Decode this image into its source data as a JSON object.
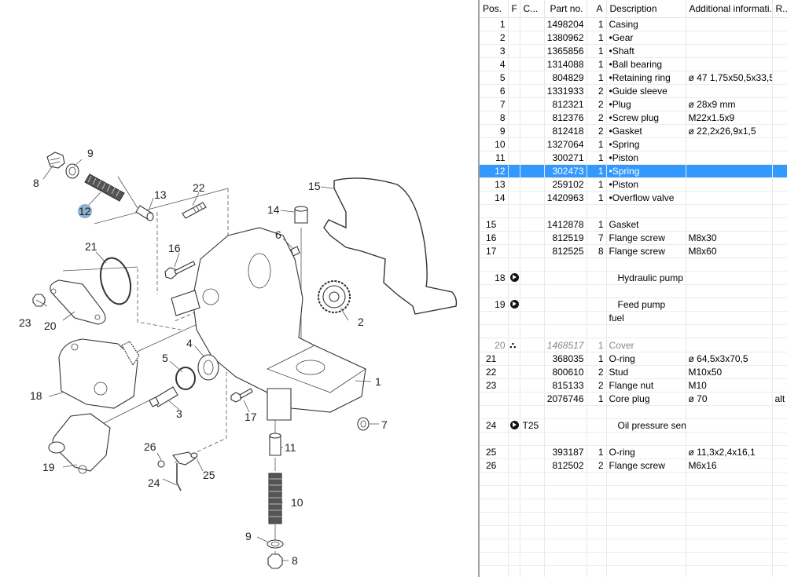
{
  "diagram": {
    "callouts": [
      "1",
      "2",
      "3",
      "4",
      "5",
      "6",
      "7",
      "8",
      "9",
      "10",
      "11",
      "12",
      "13",
      "14",
      "15",
      "16",
      "17",
      "18",
      "19",
      "20",
      "21",
      "22",
      "23",
      "24",
      "25",
      "26"
    ],
    "duplicate_callouts": [
      "8",
      "9"
    ],
    "highlight_callout": "12",
    "highlight_color": "#8fb0d0"
  },
  "grid": {
    "columns": {
      "pos": "Pos.",
      "flag": "F",
      "code": "C...",
      "part_no": "Part no.",
      "amount": "A",
      "description": "Description",
      "additional": "Additional informati...",
      "remark": "R.."
    },
    "selection_color": "#3399ff",
    "selected_pos": "12",
    "rows": [
      {
        "pos": "1",
        "flag": "",
        "code": "",
        "part_no": "1498204",
        "amount": "1",
        "description": "Casing",
        "additional": "",
        "remark": ""
      },
      {
        "pos": "2",
        "flag": "",
        "code": "",
        "part_no": "1380962",
        "amount": "1",
        "description": "•Gear",
        "additional": "",
        "remark": ""
      },
      {
        "pos": "3",
        "flag": "",
        "code": "",
        "part_no": "1365856",
        "amount": "1",
        "description": "•Shaft",
        "additional": "",
        "remark": ""
      },
      {
        "pos": "4",
        "flag": "",
        "code": "",
        "part_no": "1314088",
        "amount": "1",
        "description": "•Ball bearing",
        "additional": "",
        "remark": ""
      },
      {
        "pos": "5",
        "flag": "",
        "code": "",
        "part_no": "804829",
        "amount": "1",
        "description": "•Retaining ring",
        "additional": "ø 47 1,75x50,5x33,5",
        "remark": ""
      },
      {
        "pos": "6",
        "flag": "",
        "code": "",
        "part_no": "1331933",
        "amount": "2",
        "description": "•Guide sleeve",
        "additional": "",
        "remark": ""
      },
      {
        "pos": "7",
        "flag": "",
        "code": "",
        "part_no": "812321",
        "amount": "2",
        "description": "•Plug",
        "additional": "ø 28x9 mm",
        "remark": ""
      },
      {
        "pos": "8",
        "flag": "",
        "code": "",
        "part_no": "812376",
        "amount": "2",
        "description": "•Screw plug",
        "additional": "M22x1.5x9",
        "remark": ""
      },
      {
        "pos": "9",
        "flag": "",
        "code": "",
        "part_no": "812418",
        "amount": "2",
        "description": "•Gasket",
        "additional": "ø 22,2x26,9x1,5",
        "remark": ""
      },
      {
        "pos": "10",
        "flag": "",
        "code": "",
        "part_no": "1327064",
        "amount": "1",
        "description": "•Spring",
        "additional": "",
        "remark": ""
      },
      {
        "pos": "11",
        "flag": "",
        "code": "",
        "part_no": "300271",
        "amount": "1",
        "description": "•Piston",
        "additional": "",
        "remark": ""
      },
      {
        "pos": "12",
        "flag": "",
        "code": "",
        "part_no": "302473",
        "amount": "1",
        "description": "•Spring",
        "additional": "",
        "remark": "",
        "selected": true
      },
      {
        "pos": "13",
        "flag": "",
        "code": "",
        "part_no": "259102",
        "amount": "1",
        "description": "•Piston",
        "additional": "",
        "remark": ""
      },
      {
        "pos": "14",
        "flag": "",
        "code": "",
        "part_no": "1420963",
        "amount": "1",
        "description": "•Overflow valve",
        "additional": "",
        "remark": ""
      },
      {
        "pos": "",
        "flag": "",
        "code": "",
        "part_no": "",
        "amount": "",
        "description": "",
        "additional": "",
        "remark": ""
      },
      {
        "pos": "15",
        "flag": "",
        "code": "",
        "part_no": "1412878",
        "amount": "1",
        "description": "Gasket",
        "additional": "",
        "remark": "",
        "left": true
      },
      {
        "pos": "16",
        "flag": "",
        "code": "",
        "part_no": "812519",
        "amount": "7",
        "description": "Flange screw",
        "additional": "M8x30",
        "remark": "",
        "left": true
      },
      {
        "pos": "17",
        "flag": "",
        "code": "",
        "part_no": "812525",
        "amount": "8",
        "description": "Flange screw",
        "additional": "M8x60",
        "remark": "",
        "left": true
      },
      {
        "pos": "",
        "flag": "",
        "code": "",
        "part_no": "",
        "amount": "",
        "description": "",
        "additional": "",
        "remark": ""
      },
      {
        "pos": "18",
        "flag": "arrow-right-circle-icon",
        "code": "",
        "part_no": "",
        "amount": "",
        "description": "Hydraulic pump",
        "additional": "",
        "remark": "",
        "indent": true
      },
      {
        "pos": "",
        "flag": "",
        "code": "",
        "part_no": "",
        "amount": "",
        "description": "",
        "additional": "",
        "remark": ""
      },
      {
        "pos": "19",
        "flag": "arrow-right-circle-icon",
        "code": "",
        "part_no": "",
        "amount": "",
        "description": "Feed pump",
        "additional": "",
        "remark": "",
        "indent": true
      },
      {
        "pos": "",
        "flag": "",
        "code": "",
        "part_no": "",
        "amount": "",
        "description": "fuel",
        "additional": "",
        "remark": ""
      },
      {
        "pos": "",
        "flag": "",
        "code": "",
        "part_no": "",
        "amount": "",
        "description": "",
        "additional": "",
        "remark": ""
      },
      {
        "pos": "20",
        "flag": "binoculars-icon",
        "code": "",
        "part_no": "1468517",
        "amount": "1",
        "description": "Cover",
        "additional": "",
        "remark": "",
        "grey": true
      },
      {
        "pos": "21",
        "flag": "",
        "code": "",
        "part_no": "368035",
        "amount": "1",
        "description": "O-ring",
        "additional": "ø 64,5x3x70,5",
        "remark": "",
        "left": true
      },
      {
        "pos": "22",
        "flag": "",
        "code": "",
        "part_no": "800610",
        "amount": "2",
        "description": "Stud",
        "additional": "M10x50",
        "remark": "",
        "left": true
      },
      {
        "pos": "23",
        "flag": "",
        "code": "",
        "part_no": "815133",
        "amount": "2",
        "description": "Flange nut",
        "additional": "M10",
        "remark": "",
        "left": true
      },
      {
        "pos": "",
        "flag": "",
        "code": "",
        "part_no": "2076746",
        "amount": "1",
        "description": "Core plug",
        "additional": "ø 70",
        "remark": "alt"
      },
      {
        "pos": "",
        "flag": "",
        "code": "",
        "part_no": "",
        "amount": "",
        "description": "",
        "additional": "",
        "remark": ""
      },
      {
        "pos": "24",
        "flag": "arrow-right-circle-icon",
        "code": "T25",
        "part_no": "",
        "amount": "",
        "description": "Oil pressure sensor",
        "additional": "",
        "remark": "",
        "left": true,
        "indent": true
      },
      {
        "pos": "",
        "flag": "",
        "code": "",
        "part_no": "",
        "amount": "",
        "description": "",
        "additional": "",
        "remark": ""
      },
      {
        "pos": "25",
        "flag": "",
        "code": "",
        "part_no": "393187",
        "amount": "1",
        "description": "O-ring",
        "additional": "ø 11,3x2,4x16,1",
        "remark": "",
        "left": true
      },
      {
        "pos": "26",
        "flag": "",
        "code": "",
        "part_no": "812502",
        "amount": "2",
        "description": "Flange screw",
        "additional": "M6x16",
        "remark": "",
        "left": true
      },
      {
        "pos": "",
        "flag": "",
        "code": "",
        "part_no": "",
        "amount": "",
        "description": "",
        "additional": "",
        "remark": ""
      },
      {
        "pos": "",
        "flag": "",
        "code": "",
        "part_no": "",
        "amount": "",
        "description": "",
        "additional": "",
        "remark": ""
      },
      {
        "pos": "",
        "flag": "",
        "code": "",
        "part_no": "",
        "amount": "",
        "description": "",
        "additional": "",
        "remark": ""
      },
      {
        "pos": "",
        "flag": "",
        "code": "",
        "part_no": "",
        "amount": "",
        "description": "",
        "additional": "",
        "remark": ""
      },
      {
        "pos": "",
        "flag": "",
        "code": "",
        "part_no": "",
        "amount": "",
        "description": "",
        "additional": "",
        "remark": ""
      },
      {
        "pos": "",
        "flag": "",
        "code": "",
        "part_no": "",
        "amount": "",
        "description": "",
        "additional": "",
        "remark": ""
      },
      {
        "pos": "",
        "flag": "",
        "code": "",
        "part_no": "",
        "amount": "",
        "description": "",
        "additional": "",
        "remark": ""
      },
      {
        "pos": "",
        "flag": "",
        "code": "",
        "part_no": "",
        "amount": "",
        "description": "",
        "additional": "",
        "remark": ""
      }
    ]
  }
}
